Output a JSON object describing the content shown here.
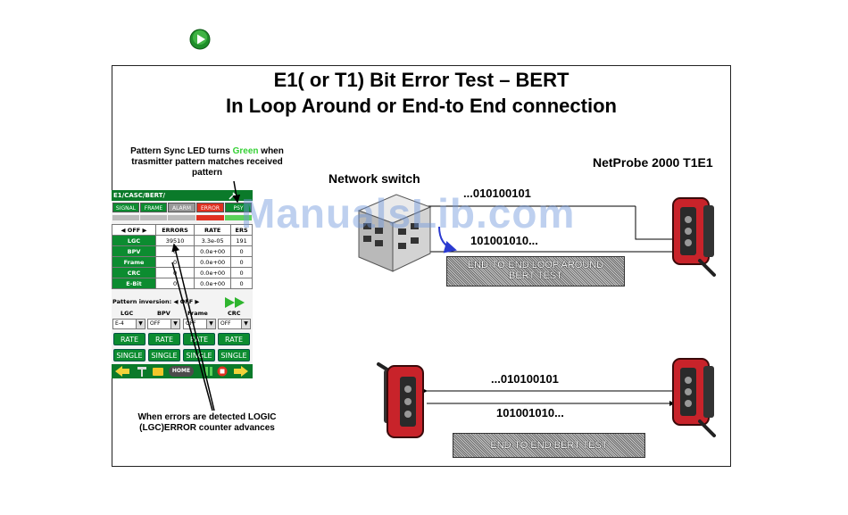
{
  "title_line1": "E1( or T1) Bit Error Test – BERT",
  "title_line2": "In Loop Around or End-to End connection",
  "callout_top": {
    "before": "Pattern Sync LED turns ",
    "green_word": "Green",
    "after": " when",
    "line2": "trasmitter pattern matches received",
    "line3": "pattern"
  },
  "callout_bottom": {
    "line1": "When errors are detected LOGIC",
    "line2": "(LGC)ERROR counter advances"
  },
  "screen": {
    "path": "E1/CASC/BERT/",
    "status": [
      "SIGNAL",
      "FRAME",
      "ALARM",
      "ERROR",
      "PSY"
    ],
    "selector": "OFF",
    "columns": [
      "ERRORS",
      "RATE",
      "ERS"
    ],
    "rows": [
      {
        "label": "LGC",
        "errors": "39510",
        "rate": "3.3e-05",
        "ers": "191"
      },
      {
        "label": "BPV",
        "errors": "0",
        "rate": "0.0e+00",
        "ers": "0"
      },
      {
        "label": "Frame",
        "errors": "0",
        "rate": "0.0e+00",
        "ers": "0"
      },
      {
        "label": "CRC",
        "errors": "0",
        "rate": "0.0e+00",
        "ers": "0"
      },
      {
        "label": "E-Bit",
        "errors": "0",
        "rate": "0.0e+00",
        "ers": "0"
      }
    ],
    "pattern_inversion_label": "Pattern inversion:",
    "pattern_inversion_value": "OFF",
    "inject_labels": [
      "LGC",
      "BPV",
      "Frame",
      "CRC"
    ],
    "inject_values": [
      "E-4",
      "OFF",
      "OFF",
      "OFF"
    ],
    "rate_label": "RATE",
    "single_label": "SINGLE",
    "home_label": "HOME"
  },
  "loop": {
    "switch_label": "Network switch",
    "probe_label": "NetProbe 2000 T1E1",
    "bits_top": "...010100101",
    "bits_bottom": "101001010...",
    "caption_line1": "END-TO-END LOOP AROUND",
    "caption_line2": "BERT TEST"
  },
  "e2e": {
    "bits_top": "...010100101",
    "bits_bottom": "101001010...",
    "caption": "END-TO END BERT TEST"
  },
  "watermark": "ManualsLib.com",
  "colors": {
    "screen_green": "#0c8c30",
    "error_red": "#e03020",
    "device_red": "#c8232a",
    "arrow_blue": "#2a3ad0"
  }
}
